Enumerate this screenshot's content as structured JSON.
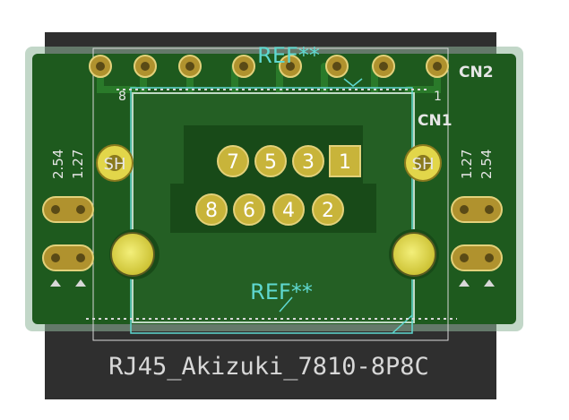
{
  "footprint": {
    "ref_top": "REF**",
    "ref_center": "REF**",
    "value": "RJ45_Akizuki_7810-8P8C"
  },
  "silk": {
    "cn2": "CN2",
    "cn1": "CN1",
    "pin_row_left": "8",
    "pin_row_right": "1",
    "pitch_left_a": "2.54",
    "pitch_left_b": "1.27",
    "pitch_right_a": "1.27",
    "pitch_right_b": "2.54"
  },
  "pads": {
    "shield_left": "SH",
    "shield_right": "SH",
    "top_row": [
      "7",
      "5",
      "3",
      "1"
    ],
    "bottom_row": [
      "8",
      "6",
      "4",
      "2"
    ]
  },
  "colors": {
    "canvas": "#2f2f2f",
    "board": "#1e5a1e",
    "board_edge": "#7aa886",
    "copper": "#b0922e",
    "pad_highlight": "#e2d64a",
    "courtyard": "#5fd8d0",
    "fab": "#d8d8d8"
  }
}
